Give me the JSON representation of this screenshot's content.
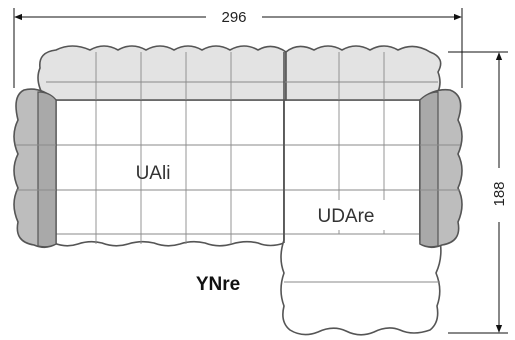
{
  "dimensions": {
    "width": "296",
    "depth": "188"
  },
  "modules": {
    "left_label": "UAli",
    "right_label": "UDAre"
  },
  "product_name": "YNre",
  "colors": {
    "seat": "#ffffff",
    "backrest": "#e3e3e3",
    "armrest": "#bdbdbd",
    "armrest_inner": "#a9a9a9",
    "outline": "#555555"
  }
}
